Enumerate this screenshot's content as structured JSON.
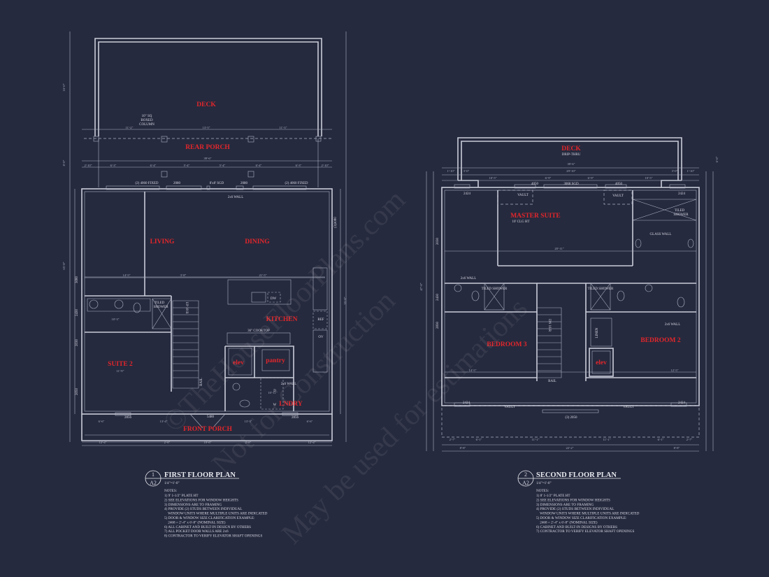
{
  "colors": {
    "background": "#262a3e",
    "linework": "#c9cdd9",
    "room_label": "#e3262b"
  },
  "watermark": {
    "lines": [
      "©TheHouseFloorPlans.com",
      "Not for Construction",
      "May be used for estimations"
    ]
  },
  "first_floor": {
    "sheet_number": "1",
    "sheet_ref": "A2",
    "title": "FIRST FLOOR PLAN",
    "scale": "1/4\"=1'-0\"",
    "rooms": {
      "deck": "DECK",
      "rear_porch": "REAR PORCH",
      "living": "LIVING",
      "dining": "DINING",
      "kitchen": "KITCHEN",
      "suite2": "SUITE 2",
      "elev": "elev",
      "pantry": "pantry",
      "laundry": "LNDRY",
      "front_porch": "FRONT PORCH"
    },
    "annotations": {
      "column_1": "10\" SQ",
      "column_2": "BOXED",
      "column_3": "COLUMN",
      "fixed_l": "(2) 4060 FIXED",
      "fixed_r": "(2) 4060 FIXED",
      "w2080_l": "2080",
      "w2080_r": "2080",
      "sgd": "8'x8' SGD",
      "wall_rear": "2x6 WALL",
      "cooktop": "36\" COOKTOP",
      "wall_lndry": "2x6 WALL",
      "shower_1": "TILED",
      "shower_2": "SHOWER",
      "dw": "DW",
      "ref": "REF",
      "ov": "OV",
      "stairs_up": "UP 18 R",
      "rail": "RAIL",
      "door_front": "5480",
      "w2856_l": "2856",
      "w2856_r": "2856",
      "w3080": "3080",
      "w2430": "2430",
      "w2030": "2030",
      "w2050": "2050",
      "w3_3080": "(3)3080",
      "dryer": "D",
      "washer": "W"
    },
    "dimensions": {
      "deck_l": "11'-2\"",
      "deck_m": "13'-5\"",
      "deck_r": "11'-3\"",
      "overall": "39'-6\"",
      "s1": "2'-10\"",
      "s2": "6'-3\"",
      "s3": "6'-4\"",
      "s4": "5'-4\"",
      "s5": "5'-4\"",
      "s6": "6'-4\"",
      "s7": "6'-3\"",
      "s8": "2'-10\"",
      "b1": "12'-4\"",
      "b2": "2'-8\"",
      "b3": "19'-8\"",
      "b4": "2'-8\"",
      "b5": "12'-4\"",
      "p1": "6'-6\"",
      "p2": "13'-4\"",
      "p3": "13'-3\"",
      "p4": "6'-6\"",
      "i1": "14'-5\"",
      "i2": "3'-8\"",
      "i3": "21'-5\"",
      "suite_w": "11'-9\"",
      "bath_w": "10'-3\"",
      "lndry_w": "10'-11\"",
      "h_deck": "16'-0\"",
      "h_porch": "8'-0\"",
      "h_total": "65'-8\"",
      "h_main": "35'-8\""
    },
    "notes_heading": "NOTES:",
    "notes": [
      "1) 9' 1-1/2\" PLATE HT",
      "2) SEE ELEVATIONS FOR WINDOW HEIGHTS",
      "3) DIMENSIONS ARE TO FRAMING",
      "4) PROVIDE (2) STUDS BETWEEN INDIVIDUAL",
      "    WINDOW UNITS WHERE MULTIPLE UNITS ARE INDICATED",
      "5) DOOR & WINDOW SIZE CLARIFICATION EXAMPLE:",
      "    2468 = 2'-4\" x 6'-8\" (NOMINAL SIZE)",
      "6) ALL CABINET AND BUILT-IN DESIGN BY OTHERS",
      "7) ALL POCKET DOOR WALLS ARE 2x6",
      "8) CONTRACTOR TO VERIFY ELEVATOR SHAFT OPENINGS"
    ]
  },
  "second_floor": {
    "sheet_number": "2",
    "sheet_ref": "A2",
    "title": "SECOND FLOOR PLAN",
    "scale": "1/4\"=1'-0\"",
    "rooms": {
      "deck": "DECK",
      "master": "MASTER SUITE",
      "bedroom3": "BEDROOM 3",
      "bedroom2": "BEDROOM 2",
      "elev": "elev"
    },
    "annotations": {
      "drip": "DRIP-THRU",
      "clg": "10' CLG HT",
      "w4050_l": "4050",
      "w4050_r": "4050",
      "sgd": "3068 SGD",
      "vault_tl": "VAULT",
      "vault_tr": "VAULT",
      "vault_bl": "VAULT",
      "vault_br": "VAULT",
      "w2424_tl": "2424",
      "w2424_tr": "2424",
      "w2424_bl": "2424",
      "w2424_br": "2424",
      "shower_m1": "TILED",
      "shower_m2": "SHOWER",
      "glass": "GLASS WALL",
      "wall_l": "2x6 WALL",
      "wall_r": "2x6 WALL",
      "shower_b3": "TILED SHOWER",
      "shower_b2": "TILED SHOWER",
      "linen": "LINEN",
      "stairs_dn": "DN 16 R",
      "rail": "RAIL",
      "win_front": "(3) 2050",
      "w2030": "2030",
      "w2430": "2430",
      "w2830": "2830"
    },
    "dimensions": {
      "overall": "39'-6\"",
      "inner": "29'-10\"",
      "s1": "1'-10\"",
      "s2": "3'-0\"",
      "s3": "10'-5\"",
      "s4": "6'-9\"",
      "s5": "6'-9\"",
      "s6": "10'-5\"",
      "s7": "3'-0\"",
      "s8": "1'-10\"",
      "master_w": "20'-11\"",
      "b3_w": "14'-5\"",
      "b2_w": "12'-5\"",
      "b1": "2'-7\"",
      "b2": "6'-1\"",
      "b3": "11'-1\"",
      "b4": "11'-1\"",
      "b5": "6'-1\"",
      "b6": "2'-7\"",
      "o1": "8'-8\"",
      "o2": "22'-2\"",
      "o3": "8'-8\"",
      "h_total": "47'-8\"",
      "h_deck": "6'-6\""
    },
    "notes_heading": "NOTES:",
    "notes": [
      "1) 8' 1-1/2\" PLATE HT",
      "2) SEE ELEVATIONS FOR WINDOW HEIGHTS",
      "3) DIMENSIONS ARE TO FRAMING",
      "4) PROVIDE (2) STUDS BETWEEN INDIVIDUAL",
      "    WINDOW UNITS WHERE MULTIPLE UNITS ARE INDICATED",
      "5) DOOR & WINDOW SIZE CLARIFICATION EXAMPLE:",
      "    2468 = 2'-4\" x 6'-8\" (NOMINAL SIZE)",
      "6) CABINET AND BUILT-IN DESIGNS BY OTHERS",
      "7) CONTRACTOR TO VERIFY ELEVATOR SHAFT OPENINGS"
    ]
  }
}
